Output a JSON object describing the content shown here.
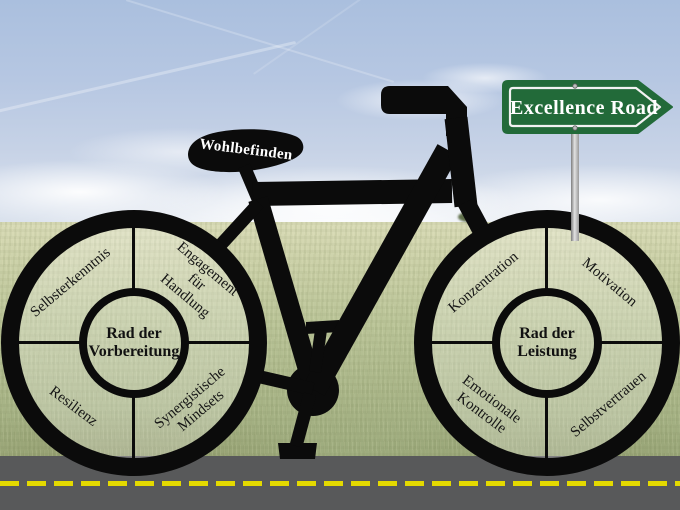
{
  "scene_title": "Bicycle metaphor diagram on Excellence Road",
  "sign": {
    "label": "Excellence Road"
  },
  "saddle": {
    "label": "Wohlbefinden"
  },
  "wheels": [
    {
      "name": "wheel-of-preparation",
      "hub_title": "Rad der\nVorbereitung",
      "quadrants": {
        "top_left": "Selbsterkenntnis",
        "top_right": "Engagement\nfür Handlung",
        "bottom_left": "Resilienz",
        "bottom_right": "Synergistische\nMindsets"
      }
    },
    {
      "name": "wheel-of-performance",
      "hub_title": "Rad der\nLeistung",
      "quadrants": {
        "top_left": "Konzentration",
        "top_right": "Motivation",
        "bottom_left": "Emotionale\nKontrolle",
        "bottom_right": "Selbstvertrauen"
      }
    }
  ],
  "colors": {
    "sky_blue": "#b4c6e2",
    "field_green": "#bcc599",
    "road_gray": "#58595a",
    "lane_yellow": "#e4da00",
    "sign_green": "#226a39",
    "bike_black": "#0b0b0b",
    "label_text": "#151515",
    "sign_text": "#ffffff"
  }
}
